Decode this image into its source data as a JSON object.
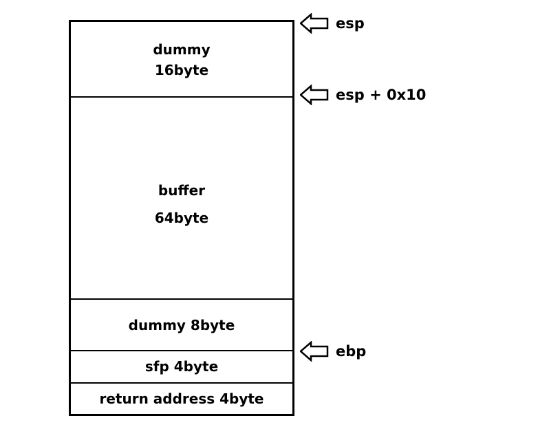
{
  "segments": {
    "dummy16": {
      "name": "dummy",
      "size": "16byte"
    },
    "buffer": {
      "name": "buffer",
      "size": "64byte"
    },
    "dummy8": {
      "label": "dummy 8byte"
    },
    "sfp": {
      "label": "sfp 4byte"
    },
    "return_address": {
      "label": "return address 4byte"
    }
  },
  "pointers": {
    "esp": {
      "icon": "left-arrow-icon",
      "label": "esp"
    },
    "esp_offset": {
      "icon": "left-arrow-icon",
      "label": "esp + 0x10"
    },
    "ebp": {
      "icon": "left-arrow-icon",
      "label": "ebp"
    }
  }
}
